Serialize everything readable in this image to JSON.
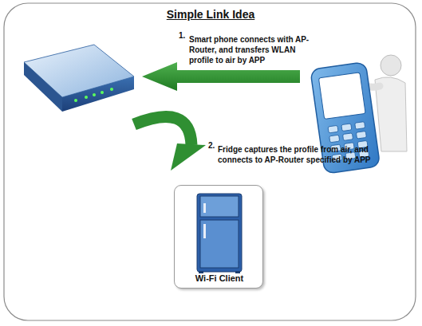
{
  "diagram": {
    "title": "Simple Link Idea",
    "nodes": [
      {
        "text": [
          "Wi-Fi Client"
        ]
      }
    ],
    "labels": [
      "1.",
      "Smart phone connects with AP-Router, and transfers WLAN profile to air by APP",
      "2.",
      "Fridge captures the profile from air, and connects to AP-Router specified by APP"
    ]
  }
}
